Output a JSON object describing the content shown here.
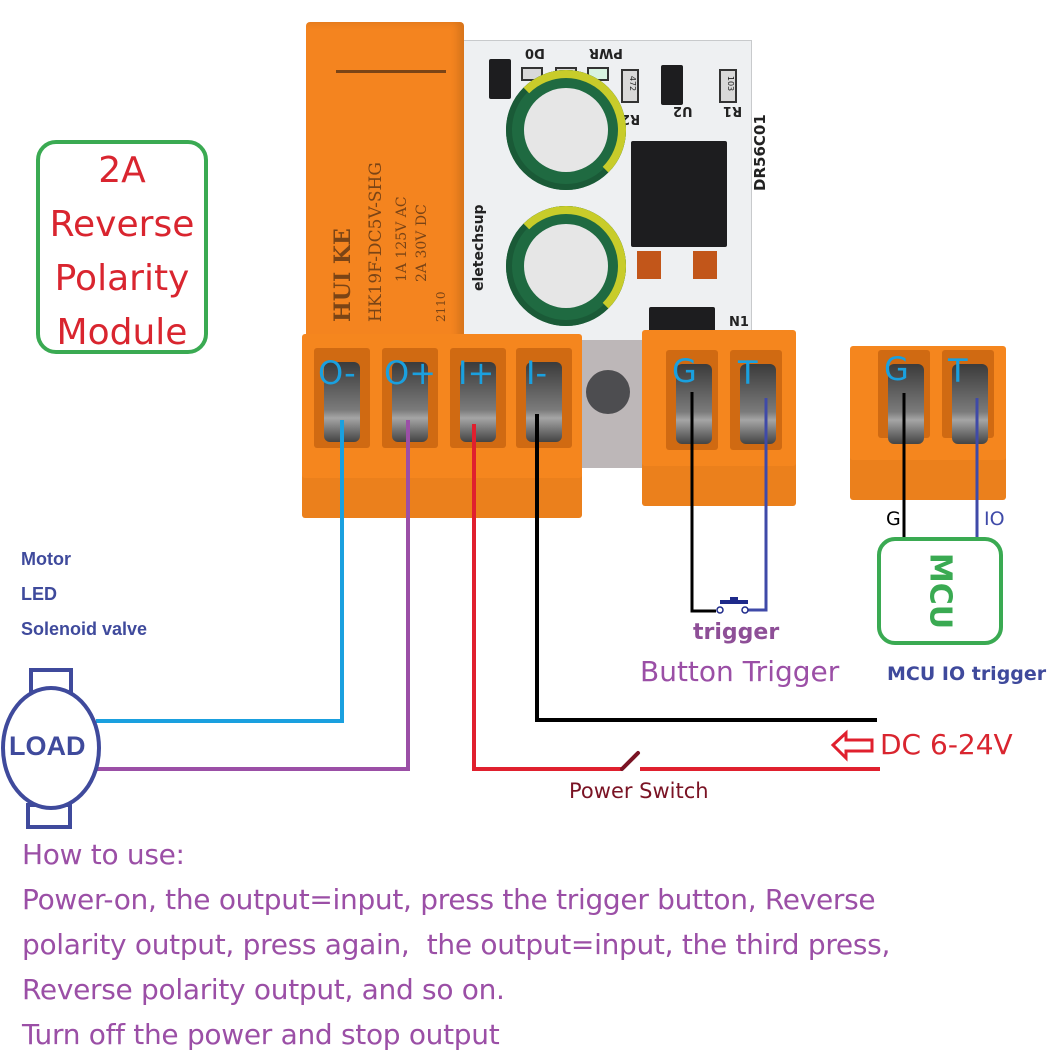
{
  "title_box": {
    "lines": [
      "2A",
      "Reverse",
      "Polarity",
      "Module"
    ],
    "border_color": "#3aaa52",
    "text_color": "#d9252f"
  },
  "board": {
    "relay": {
      "brand": "HUI KE",
      "model": "HK19F-DC5V-SHG",
      "rating_ac": "1A 125V AC",
      "rating_dc": "2A 30V DC",
      "date_code": "2110"
    },
    "silkscreen": {
      "model": "DR56C01",
      "labels": [
        "D0",
        "PWR",
        "R2",
        "U2",
        "R1",
        "N1"
      ],
      "resistor_codes": [
        "472",
        "103"
      ],
      "brand": "eletechsup"
    },
    "colors": {
      "relay": "#f4841f",
      "terminal": "#f5861e",
      "pcb": "#eef0f2"
    }
  },
  "terminals": {
    "main": [
      "O-",
      "O+",
      "I+",
      "I-"
    ],
    "trigger": [
      "G",
      "T"
    ],
    "mcu": [
      "G",
      "T"
    ],
    "label_color": "#1aa0df"
  },
  "load": {
    "types": [
      "Motor",
      "LED",
      "Solenoid valve"
    ],
    "label": "LOAD",
    "color": "#3f4a9c"
  },
  "button_trigger": {
    "small_label": "trigger",
    "label": "Button Trigger"
  },
  "mcu": {
    "box_label": "MCU",
    "wire_g": "G",
    "wire_io": "IO",
    "caption": "MCU IO trigger"
  },
  "power": {
    "input_label": "DC 6-24V",
    "switch_label": "Power Switch"
  },
  "wires": {
    "o_minus": "#1aa0df",
    "o_plus": "#9b4fa6",
    "i_plus": "#e0202e",
    "i_minus": "#000000",
    "trigger_g": "#000000",
    "trigger_t": "#3f4aa8"
  },
  "how_to_use": {
    "heading": "How to use:",
    "lines": [
      "Power-on, the output=input, press the trigger button, Reverse",
      "polarity output, press again,  the output=input, the third press,",
      "Reverse polarity output, and so on.",
      "Turn off the power and stop output"
    ]
  }
}
